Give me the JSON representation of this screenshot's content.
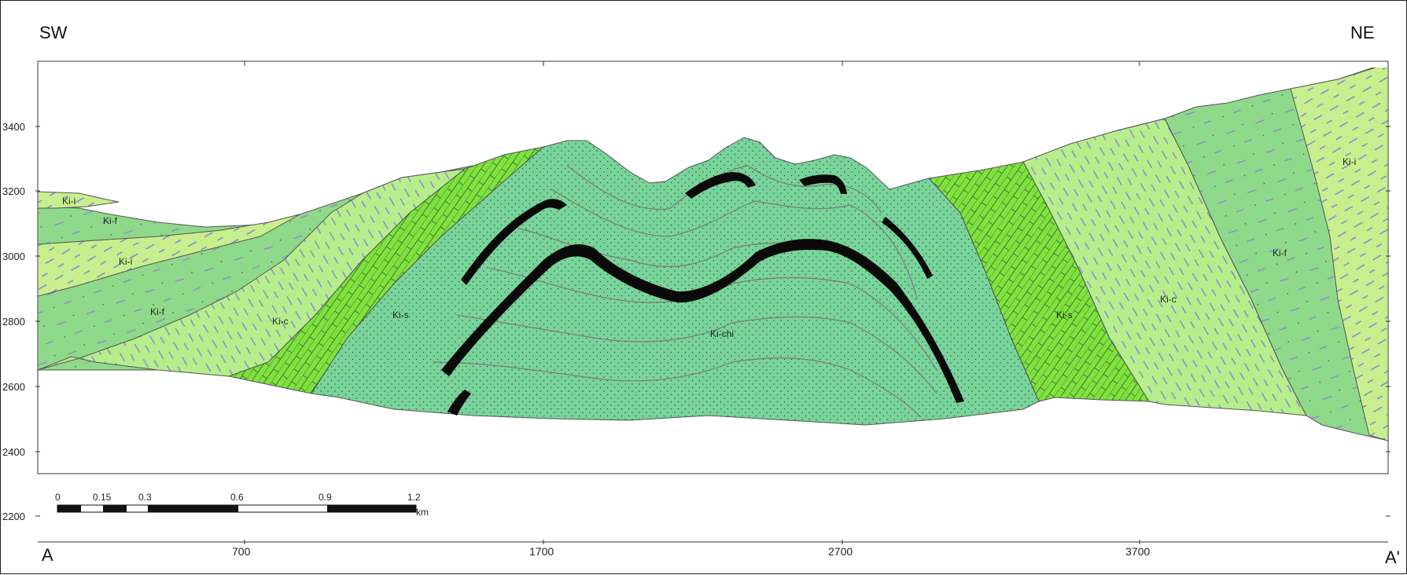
{
  "orientation": {
    "left": "SW",
    "right": "NE"
  },
  "endpoints": {
    "start": "A",
    "end": "A'"
  },
  "y_axis": {
    "ticks": [
      "3400",
      "3200",
      "3000",
      "2800",
      "2600",
      "2400",
      "2200"
    ]
  },
  "x_axis": {
    "ticks": [
      "700",
      "1700",
      "2700",
      "3700"
    ]
  },
  "scale_bar": {
    "ticks": [
      "0",
      "0.15",
      "0.3",
      "0.6",
      "0.9",
      "1.2"
    ],
    "unit": "km"
  },
  "units": {
    "ki_i_left": "Ki-i",
    "ki_f_left_top": "Ki-f",
    "ki_i_left_mid": "Ki-i",
    "ki_f_left_low": "Ki-f",
    "ki_c_left": "Ki-c",
    "ki_s_left": "Ki-s",
    "ki_chi": "Ki-chi",
    "ki_s_right": "Ki-s",
    "ki_c_right": "Ki-c",
    "ki_f_right": "Ki-f",
    "ki_i_right": "Ki-i"
  },
  "colors": {
    "ki_i": "#c8ef8e",
    "ki_f": "#8fd98a",
    "ki_c": "#b6ee8c",
    "ki_s": "#7fe23b",
    "ki_chi": "#78d49a",
    "coal": "#0a0a0a",
    "dash": "#8a8ac8"
  }
}
